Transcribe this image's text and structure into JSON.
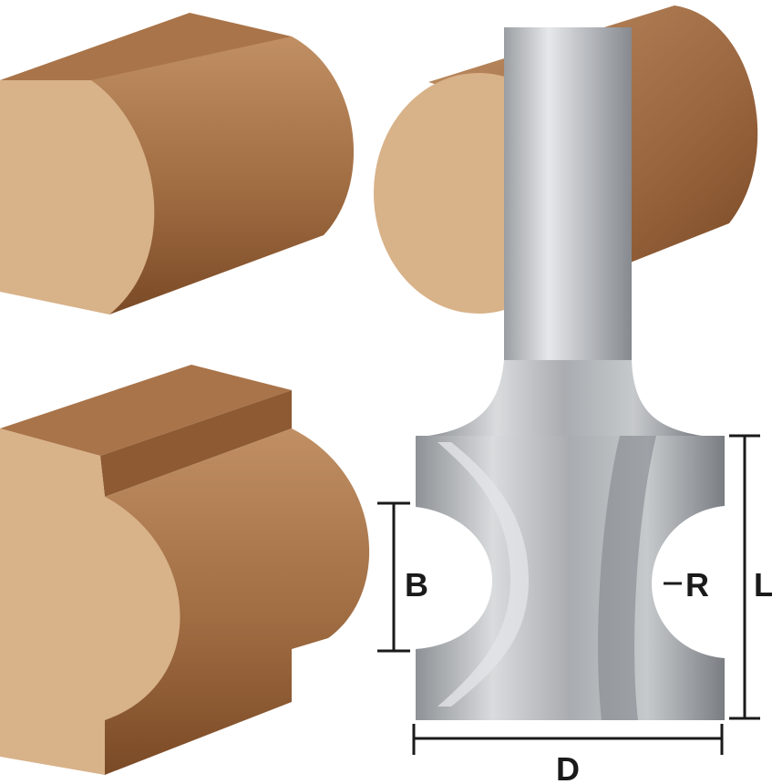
{
  "diagram": {
    "colors": {
      "wood_face": "#d8b289",
      "wood_side_light": "#b8845a",
      "wood_side_dark": "#7a4a26",
      "wood_top": "#a97449",
      "steel_light": "#d4d6d8",
      "steel_mid": "#a9acb0",
      "steel_dark": "#6f7378",
      "dimension_line": "#1a1a1a"
    },
    "dimensions": {
      "B": "B",
      "R": "R",
      "L": "L",
      "D": "D"
    }
  }
}
